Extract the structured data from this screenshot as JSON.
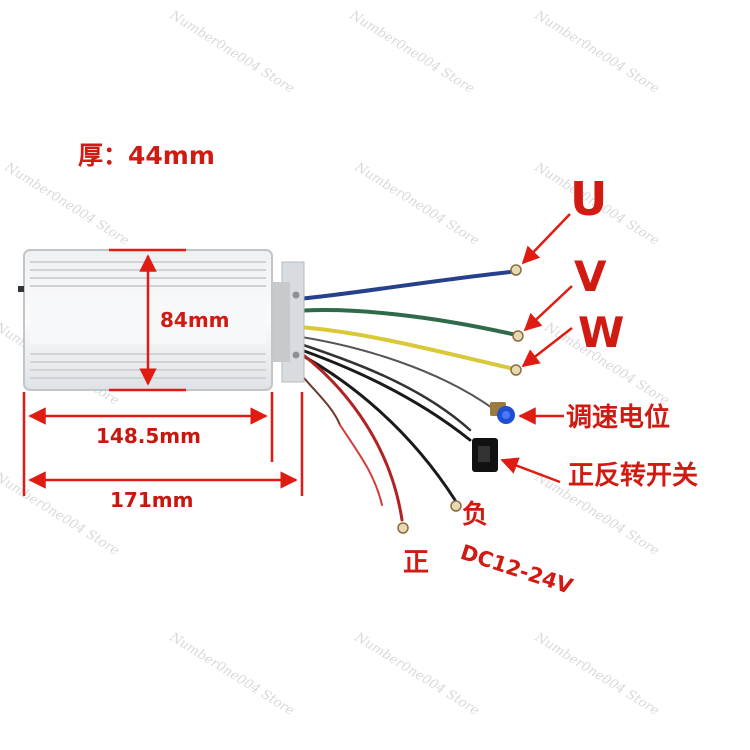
{
  "labels": {
    "thickness": "厚：44mm",
    "height": "84mm",
    "width_body": "148.5mm",
    "width_total": "171mm",
    "phase_u": "U",
    "phase_v": "V",
    "phase_w": "W",
    "speed_pot": "调速电位",
    "fwd_rev_switch": "正反转开关",
    "negative": "负",
    "positive": "正",
    "voltage": "DC12-24V"
  },
  "watermark": "Number0ne004 Store",
  "colors": {
    "annotation": "#d11a12",
    "wire_blue": "#27408b",
    "wire_green": "#2f6b4a",
    "wire_yellow": "#d8c83a",
    "wire_red": "#b22222",
    "wire_black": "#1a1a1a",
    "pot_knob": "#1f4fd1"
  }
}
